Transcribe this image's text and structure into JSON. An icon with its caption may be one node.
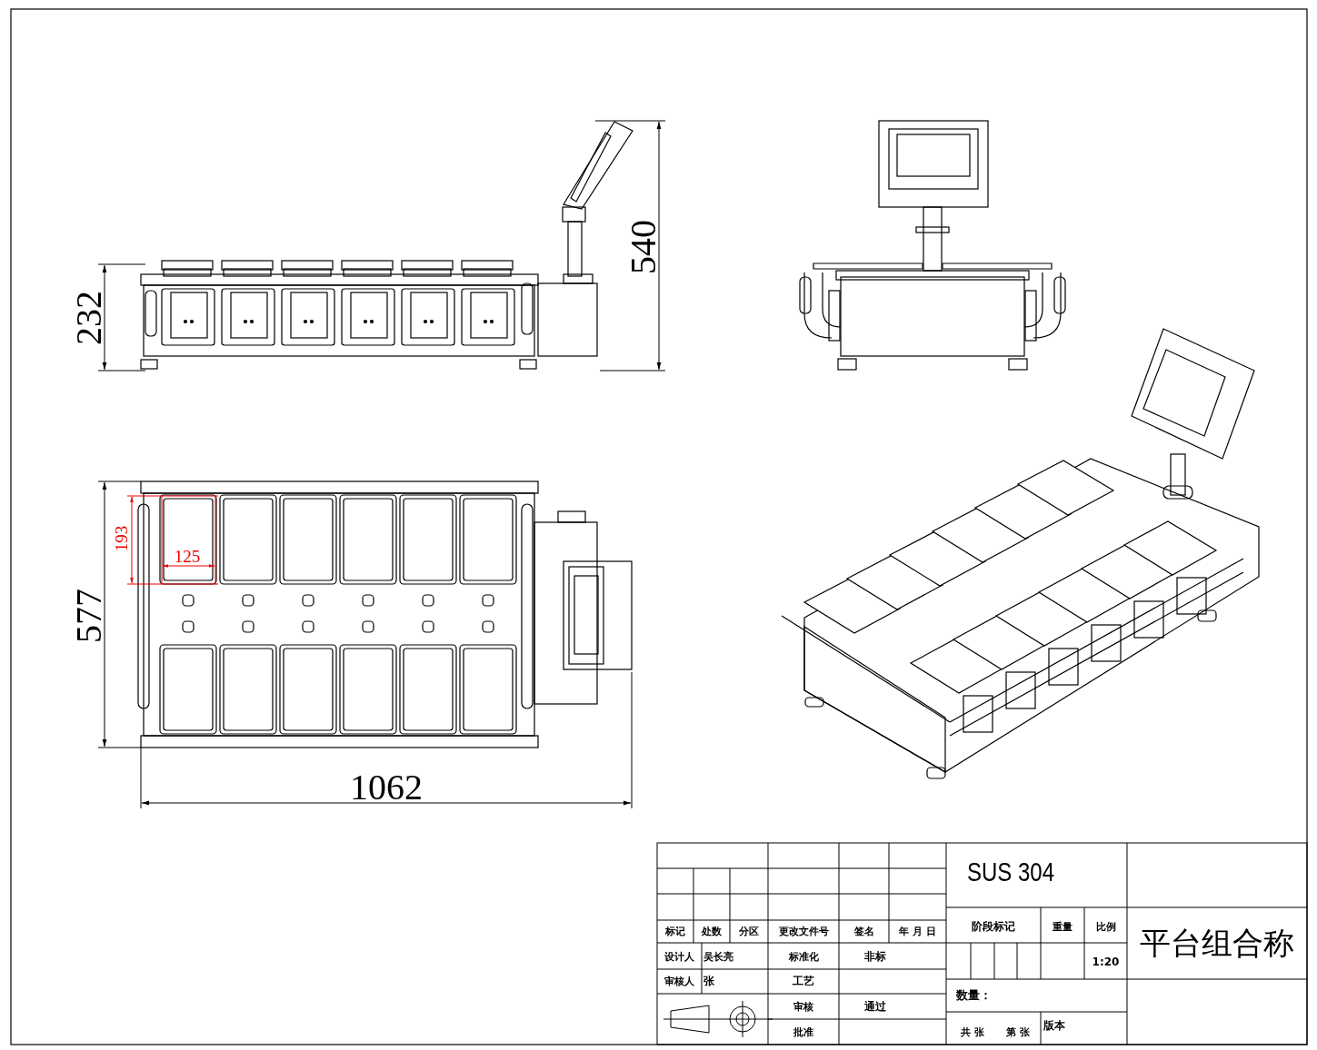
{
  "diagram": {
    "labels": [
      "540",
      "232",
      "193",
      "125",
      "577",
      "1062",
      "SUS 304",
      "标记",
      "处数",
      "分区",
      "更改文件号",
      "签名",
      "年 月 日",
      "阶段标记",
      "重量",
      "比例",
      "平台组合称",
      "设计人",
      "吴长亮",
      "标准化",
      "非标",
      "1:20",
      "审核人",
      "张",
      "工艺",
      "数量：",
      "审核",
      "通过",
      "批准",
      "共 张",
      "第 张",
      "版本"
    ]
  }
}
